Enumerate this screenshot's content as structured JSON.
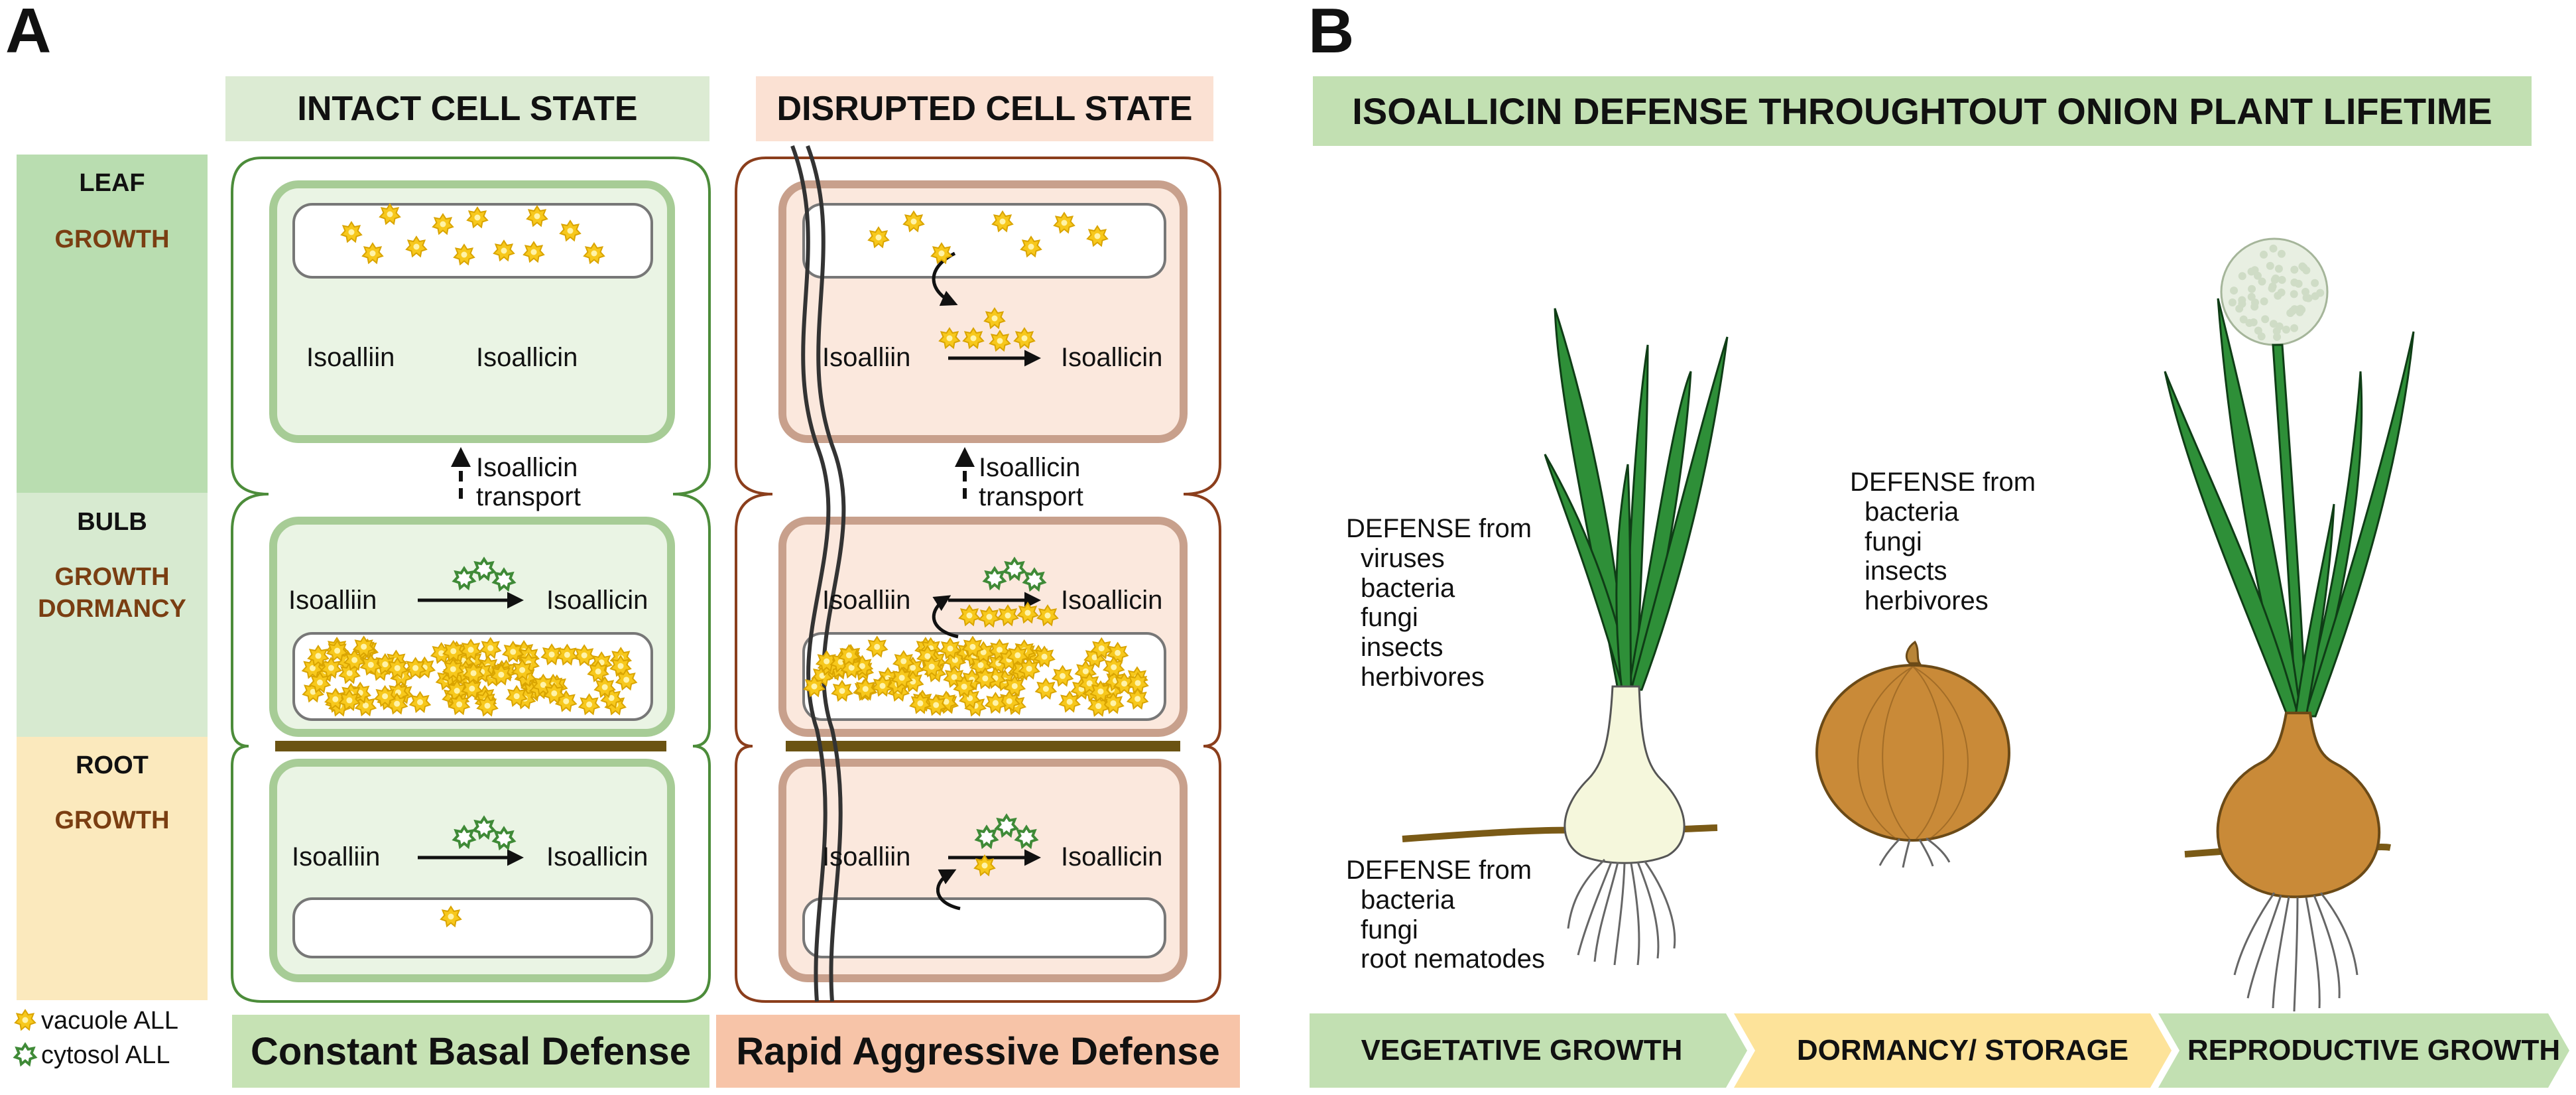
{
  "panels": {
    "a_label": "A",
    "b_label": "B"
  },
  "panel_a": {
    "intact_header": "INTACT CELL STATE",
    "disrupted_header": "DISRUPTED CELL STATE",
    "organs": {
      "leaf": {
        "name": "LEAF",
        "state": "GROWTH"
      },
      "bulb": {
        "name": "BULB",
        "state_1": "GROWTH",
        "state_2": "DORMANCY"
      },
      "root": {
        "name": "ROOT",
        "state": "GROWTH"
      }
    },
    "substrate": "Isoalliin",
    "product": "Isoallicin",
    "transport_1": "Isoallicin",
    "transport_2": "transport",
    "legend": {
      "vacuole": "vacuole ALL",
      "cytosol": "cytosol ALL"
    },
    "intact_footer": "Constant Basal Defense",
    "disrupted_footer": "Rapid Aggressive Defense",
    "colors": {
      "leaf_bg": "#b9ddb0",
      "bulb_bg": "#d7ead0",
      "root_bg": "#fbe9bd",
      "intact_header_bg": "#dcebd3",
      "disrupted_header_bg": "#fbe1d3",
      "intact_footer_bg": "#c6e2b4",
      "disrupted_footer_bg": "#f7c4a8",
      "intact_line": "#4c8c3a",
      "disrupted_line": "#8b3e1c",
      "state_text": "#7a3e12",
      "allicin_yellow": "#f7c81c",
      "cytosol_green": "#3f8a37"
    }
  },
  "panel_b": {
    "title": "ISOALLICIN DEFENSE THROUGHTOUT ONION PLANT LIFETIME",
    "defense_heading": "DEFENSE from",
    "vegetative_shoot_defense": [
      "viruses",
      "bacteria",
      "fungi",
      "insects",
      "herbivores"
    ],
    "vegetative_root_defense": [
      "bacteria",
      "fungi",
      "root nematodes"
    ],
    "dormancy_defense": [
      "bacteria",
      "fungi",
      "insects",
      "herbivores"
    ],
    "stages": [
      "VEGETATIVE GROWTH",
      "DORMANCY/ STORAGE",
      "REPRODUCTIVE GROWTH"
    ],
    "colors": {
      "title_bg": "#c2e0b2",
      "stage_1": "#c2e0b2",
      "stage_2": "#fde39a",
      "stage_3": "#c2e0b2"
    }
  }
}
